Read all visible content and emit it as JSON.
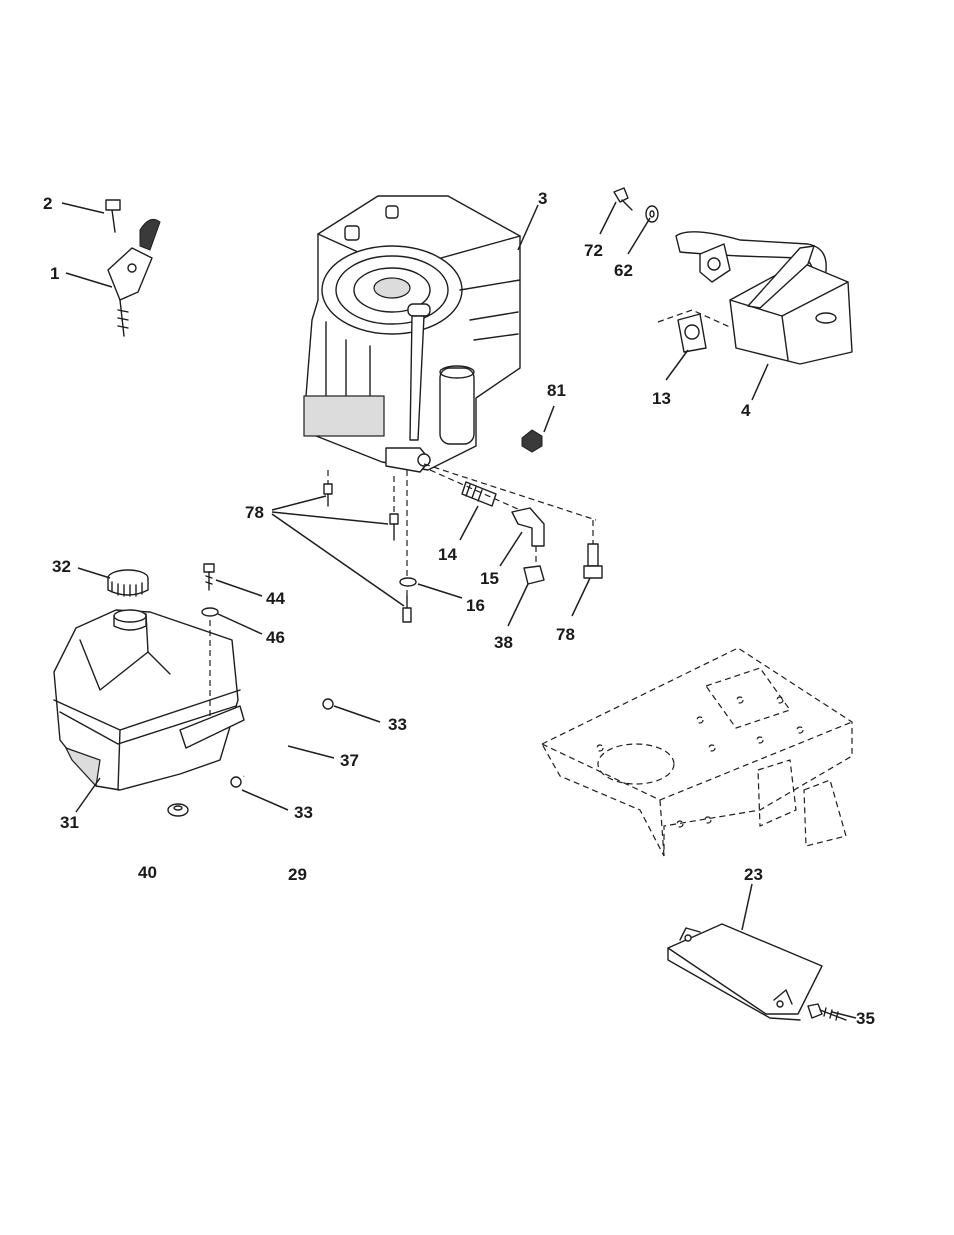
{
  "diagram": {
    "labels": {
      "p1": "1",
      "p2": "2",
      "p3": "3",
      "p4": "4",
      "p13": "13",
      "p14": "14",
      "p15": "15",
      "p16": "16",
      "p23": "23",
      "p29": "29",
      "p31": "31",
      "p32": "32",
      "p33a": "33",
      "p33b": "33",
      "p35": "35",
      "p37": "37",
      "p38": "38",
      "p40": "40",
      "p44": "44",
      "p46": "46",
      "p62": "62",
      "p72": "72",
      "p78a": "78",
      "p78b": "78",
      "p81": "81"
    }
  }
}
